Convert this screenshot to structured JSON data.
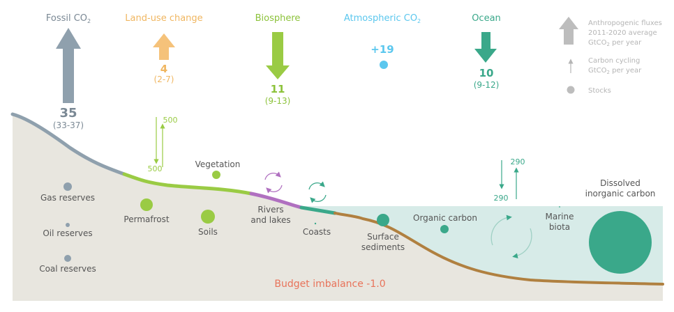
{
  "headers": {
    "fossil": {
      "label": "Fossil CO",
      "sub": "2",
      "value": "35",
      "range": "(33-37)"
    },
    "landuse": {
      "label": "Land-use change",
      "value": "4",
      "range": "(2-7)"
    },
    "biosphere": {
      "label": "Biosphere",
      "value": "11",
      "range": "(9-13)"
    },
    "atmos": {
      "label": "Atmospheric CO",
      "sub": "2",
      "value": "+19"
    },
    "ocean": {
      "label": "Ocean",
      "value": "10",
      "range": "(9-12)"
    }
  },
  "legend": {
    "anthro_line1": "Anthropogenic fluxes",
    "anthro_line2": "2011-2020  average",
    "anthro_line3": "GtCO",
    "anthro_line3_sub": "2",
    "anthro_line3_end": " per year",
    "cycling_line1": "Carbon cycling",
    "cycling_line2": "GtCO",
    "cycling_line2_sub": "2",
    "cycling_line2_end": " per year",
    "stocks": "Stocks"
  },
  "land_fluxes": {
    "up": "500",
    "down": "500"
  },
  "ocean_fluxes": {
    "up": "290",
    "down": "290"
  },
  "stocks": {
    "gas": "Gas reserves",
    "oil": "Oil reserves",
    "coal": "Coal reserves",
    "permafrost": "Permafrost",
    "soils": "Soils",
    "vegetation": "Vegetation",
    "rivers_1": "Rivers",
    "rivers_2": "and lakes",
    "coasts": "Coasts",
    "sediments_1": "Surface",
    "sediments_2": "sediments",
    "organic": "Organic carbon",
    "biota_1": "Marine",
    "biota_2": "biota",
    "dissolved_1": "Dissolved",
    "dissolved_2": "inorganic carbon"
  },
  "budget": "Budget imbalance -1.0",
  "colors": {
    "fossil": "#8fa0ad",
    "landuse": "#f5c27a",
    "biosphere": "#9acb44",
    "atmos": "#5bc7ee",
    "ocean": "#3aa88a",
    "rivers": "#b070c0",
    "sediment": "#b08040",
    "budget": "#e8735a",
    "legend": "#b5b5b5",
    "ground": "#e8e6df",
    "sea": "#d7ebe8"
  }
}
